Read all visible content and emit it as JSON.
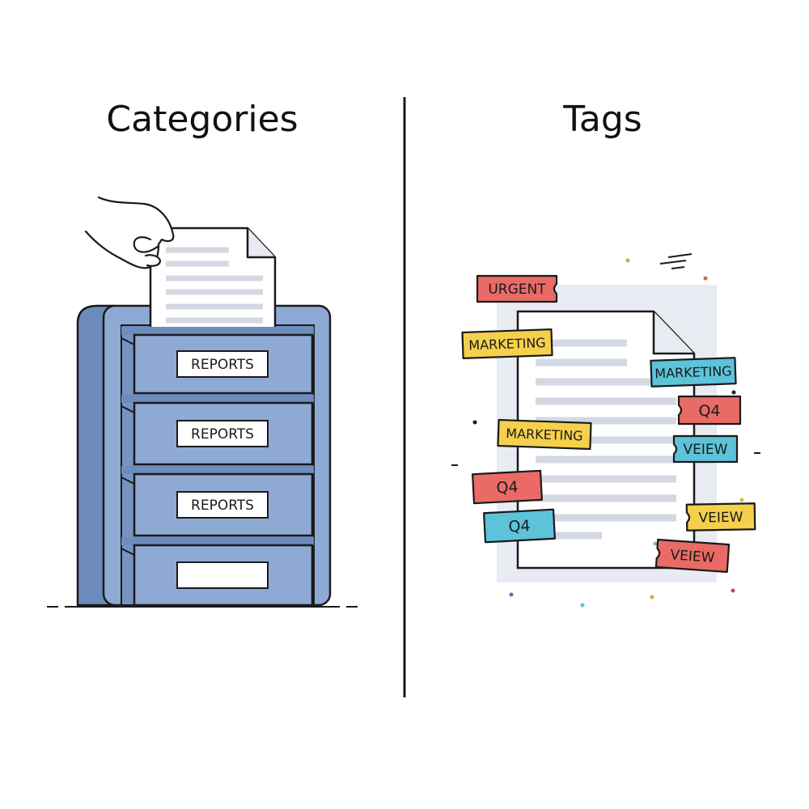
{
  "headings": {
    "left": "Categories",
    "right": "Tags"
  },
  "cabinet": {
    "drawer_labels": [
      "REPORTS",
      "REPORTS",
      "REPORTS",
      ""
    ]
  },
  "tags": [
    {
      "text": "URGENT",
      "color": "#ea6b66"
    },
    {
      "text": "MARKETING",
      "color": "#f5d04c"
    },
    {
      "text": "MARKETING",
      "color": "#5cc3d8"
    },
    {
      "text": "Q4",
      "color": "#ea6b66"
    },
    {
      "text": "MARKETING",
      "color": "#f5d04c"
    },
    {
      "text": "VEIEW",
      "color": "#5cc3d8"
    },
    {
      "text": "Q4",
      "color": "#ea6b66"
    },
    {
      "text": "Q4",
      "color": "#5cc3d8"
    },
    {
      "text": "VEIEW",
      "color": "#f5d04c"
    },
    {
      "text": "VEIEW",
      "color": "#ea6b66"
    }
  ],
  "colors": {
    "cabinet_fill": "#8ea9d3",
    "cabinet_dark": "#6d8bbd",
    "outline": "#1a1a1a",
    "paper_line": "#d3d8e2",
    "doc_shadow": "#e8ebf2"
  }
}
